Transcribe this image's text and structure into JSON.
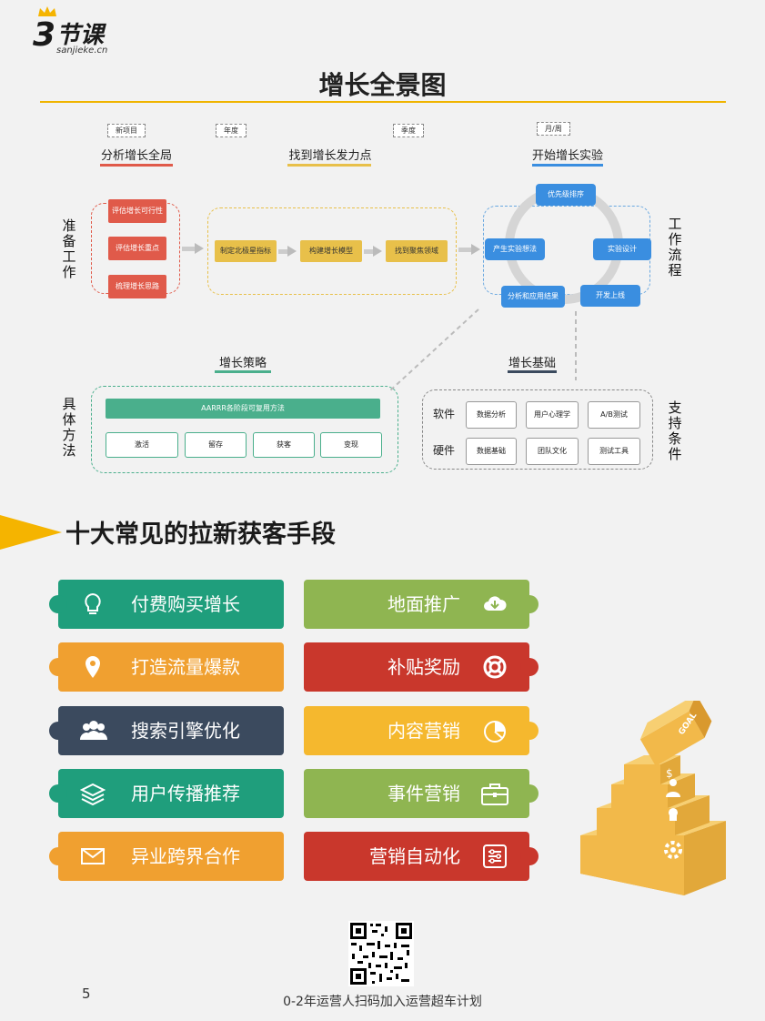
{
  "logo": {
    "number": "3",
    "name": "节课",
    "sub": "sanjieke.cn"
  },
  "title": "增长全景图",
  "phases": [
    {
      "tag": "新项目",
      "label": "分析增长全局",
      "color": "#e05a4a"
    },
    {
      "tag": "年度",
      "label": "找到增长发力点",
      "color": "#e8c04a"
    },
    {
      "tag": "季度",
      "label": ""
    },
    {
      "tag": "月/周",
      "label": "开始增长实验",
      "color": "#3a8ee0"
    }
  ],
  "side_labels": {
    "prep": "准备工作",
    "workflow": "工作流程",
    "method": "具体方法",
    "support": "支持条件"
  },
  "prep_items": [
    "评估增长可行性",
    "评估增长重点",
    "梳理增长思路"
  ],
  "focus_items": [
    "制定北极星指标",
    "构建增长模型",
    "找到聚焦领域"
  ],
  "cycle_items": [
    "优先级排序",
    "实验设计",
    "开发上线",
    "分析和应用结果",
    "产生实验想法"
  ],
  "strategy": {
    "title": "增长策略",
    "bar": "AARRR各阶段可复用方法",
    "items": [
      "激活",
      "留存",
      "获客",
      "变现"
    ]
  },
  "base": {
    "title": "增长基础",
    "rows": [
      {
        "label": "软件",
        "items": [
          "数据分析",
          "用户心理学",
          "A/B测试"
        ]
      },
      {
        "label": "硬件",
        "items": [
          "数据基础",
          "团队文化",
          "测试工具"
        ]
      }
    ]
  },
  "section_title": "十大常见的拉新获客手段",
  "cards_left": [
    {
      "label": "付费购买增长",
      "color": "#1f9e7c",
      "icon": "lightbulb-icon"
    },
    {
      "label": "打造流量爆款",
      "color": "#f0a030",
      "icon": "location-pin-icon"
    },
    {
      "label": "搜索引擎优化",
      "color": "#3b4a5e",
      "icon": "users-icon"
    },
    {
      "label": "用户传播推荐",
      "color": "#1f9e7c",
      "icon": "layers-icon"
    },
    {
      "label": "异业跨界合作",
      "color": "#f0a030",
      "icon": "envelope-icon"
    }
  ],
  "cards_right": [
    {
      "label": "地面推广",
      "color": "#8fb551",
      "icon": "cloud-download-icon"
    },
    {
      "label": "补贴奖励",
      "color": "#c9372c",
      "icon": "lifebuoy-icon"
    },
    {
      "label": "内容营销",
      "color": "#f5b82e",
      "icon": "pie-chart-icon"
    },
    {
      "label": "事件营销",
      "color": "#8fb551",
      "icon": "briefcase-icon"
    },
    {
      "label": "营销自动化",
      "color": "#c9372c",
      "icon": "settings-list-icon"
    }
  ],
  "goal_label": "GOAL",
  "footer": "0-2年运营人扫码加入运营超车计划",
  "page_number": "5"
}
